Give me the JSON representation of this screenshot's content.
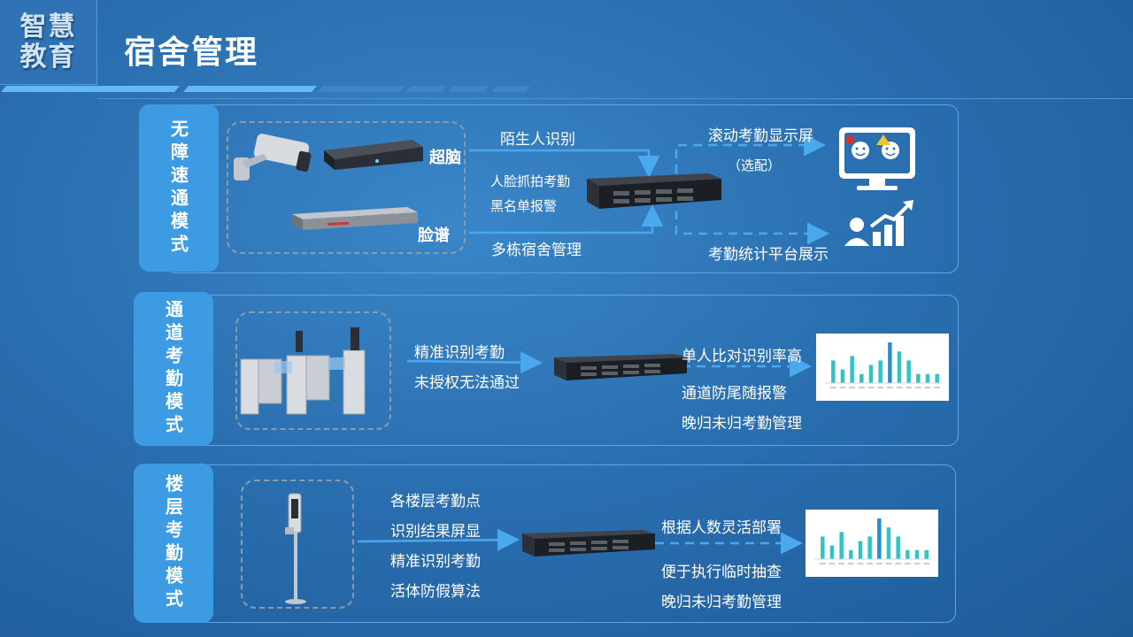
{
  "header": {
    "logo_line1": "智慧",
    "logo_line2": "教育",
    "title": "宿舍管理"
  },
  "panel1": {
    "tab": "无障速通模式",
    "device_label_top": "超脑",
    "device_label_bottom": "脸谱",
    "flow_top": "陌生人识别",
    "flow_mid1": "人脸抓拍考勤",
    "flow_mid2": "黑名单报警",
    "flow_bottom": "多栋宿舍管理",
    "out_top": "滚动考勤显示屏",
    "out_top_sub": "（选配）",
    "out_bottom": "考勤统计平台展示",
    "icons": [
      "camera-icon",
      "nvr-icon",
      "server-icon",
      "monitor-face-icon",
      "stats-user-icon"
    ]
  },
  "panel2": {
    "tab": "通道考勤模式",
    "in1": "精准识别考勤",
    "in2": "未授权无法通过",
    "out1": "单人比对识别率高",
    "out2": "通道防尾随报警",
    "out3": "晚归未归考勤管理"
  },
  "panel3": {
    "tab": "楼层考勤模式",
    "in1": "各楼层考勤点",
    "in2": "识别结果屏显",
    "in3": "精准识别考勤",
    "in4": "活体防假算法",
    "out1": "根据人数灵活部署",
    "out2": "便于执行临时抽查",
    "out3": "晚归未归考勤管理"
  },
  "colors": {
    "accent": "#3c9be2",
    "arrow": "#4aa8ee",
    "bar": "#2ec4c4",
    "bar_highlight": "#1f8fe0"
  },
  "chart_data": [
    {
      "type": "bar",
      "values": [
        5,
        3,
        6,
        2,
        4,
        5,
        9,
        7,
        5,
        2,
        2,
        2
      ],
      "highlight_index": 6
    },
    {
      "type": "bar",
      "values": [
        5,
        3,
        6,
        2,
        4,
        5,
        9,
        7,
        5,
        2,
        2,
        2
      ],
      "highlight_index": 6
    }
  ]
}
